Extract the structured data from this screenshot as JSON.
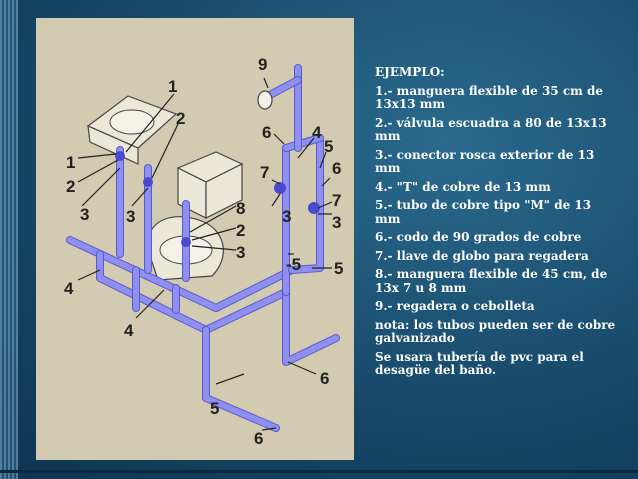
{
  "slide": {
    "heading": "EJEMPLO:",
    "items": [
      "1.- manguera flexible de 35 cm de 13x13 mm",
      "2.- válvula escuadra a 80 de 13x13 mm",
      "3.- conector rosca exterior de 13 mm",
      "4.- \"T\" de cobre de 13 mm",
      "5.- tubo de cobre tipo \"M\" de 13 mm",
      "6.- codo de 90 grados de cobre",
      "7.- llave de globo para regadera",
      "8.- manguera flexible de 45 cm, de 13x 7 u 8 mm",
      "9.- regadera o cebolleta",
      "nota: los tubos pueden ser de cobre galvanizado",
      "Se usara tubería de pvc para el desagüe del baño."
    ]
  },
  "diagram": {
    "labels": {
      "l1a": "1",
      "l2a": "2",
      "l3a": "3",
      "l4a": "4",
      "l1b": "1",
      "l2b": "2",
      "l3b": "3",
      "l4b": "4",
      "l8": "8",
      "l2c": "2",
      "l3c": "3",
      "l9": "9",
      "l6a": "6",
      "l7a": "7",
      "l3d": "3",
      "l4c": "4",
      "l5a": "5",
      "l6b": "6",
      "l7b": "7",
      "l3e": "3",
      "l5b": "-5",
      "l5c": "5",
      "l5d": "5",
      "l6c": "6",
      "l6d": "6"
    },
    "colors": {
      "pipe": "#8f8ff0",
      "pipe_edge": "#5a5ad0",
      "fixture": "#e8e4d4",
      "line": "#222222",
      "label": "#222222"
    }
  }
}
